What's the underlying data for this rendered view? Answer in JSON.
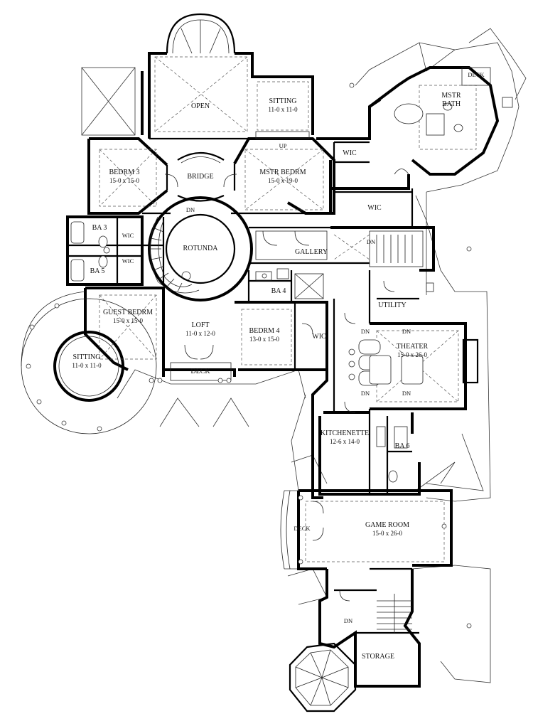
{
  "rooms": {
    "open": {
      "name": "OPEN"
    },
    "sitting_upper": {
      "name": "SITTING",
      "size": "11-0 x 11-0"
    },
    "up": {
      "name": "UP"
    },
    "deck_master": {
      "name": "DECK"
    },
    "mstr_bath": {
      "name": "MSTR",
      "name2": "BATH"
    },
    "wic_master": {
      "name": "WIC"
    },
    "wic_large": {
      "name": "WIC"
    },
    "bedrm3": {
      "name": "BEDRM 3",
      "size": "15-0 x 15-0"
    },
    "bridge": {
      "name": "BRIDGE"
    },
    "mstr_bedrm": {
      "name": "MSTR BEDRM",
      "size": "15-0 x 19-0"
    },
    "dn_rotunda": {
      "name": "DN"
    },
    "rotunda": {
      "name": "ROTUNDA"
    },
    "ba3": {
      "name": "BA 3"
    },
    "wic_ba3": {
      "name": "WIC"
    },
    "ba5": {
      "name": "BA 5"
    },
    "wic_ba5": {
      "name": "WIC"
    },
    "gallery": {
      "name": "GALLERY"
    },
    "dn_gallery": {
      "name": "DN"
    },
    "ba4": {
      "name": "BA 4"
    },
    "utility": {
      "name": "UTILITY"
    },
    "guest_bedrm": {
      "name": "GUEST BEDRM",
      "size": "15-0 x 15-0"
    },
    "loft": {
      "name": "LOFT",
      "size": "11-0 x 12-0"
    },
    "bedrm4": {
      "name": "BEDRM 4",
      "size": "13-0 x 15-0"
    },
    "wic_bedrm4": {
      "name": "WIC"
    },
    "theater": {
      "name": "THEATER",
      "size": "15-0 x 26-0"
    },
    "sitting_guest": {
      "name": "SITTING",
      "size": "11-0 x 11-0"
    },
    "deck_loft": {
      "name": "DECK"
    },
    "kitchenette": {
      "name": "KITCHENETTE",
      "size": "12-6 x 14-0"
    },
    "ba6": {
      "name": "BA 6"
    },
    "deck_game": {
      "name": "DECK"
    },
    "game_room": {
      "name": "GAME ROOM",
      "size": "15-0 x 26-0"
    },
    "dn_stair": {
      "name": "DN"
    },
    "storage": {
      "name": "STORAGE"
    }
  },
  "theater_stairs": {
    "label": "DN"
  }
}
